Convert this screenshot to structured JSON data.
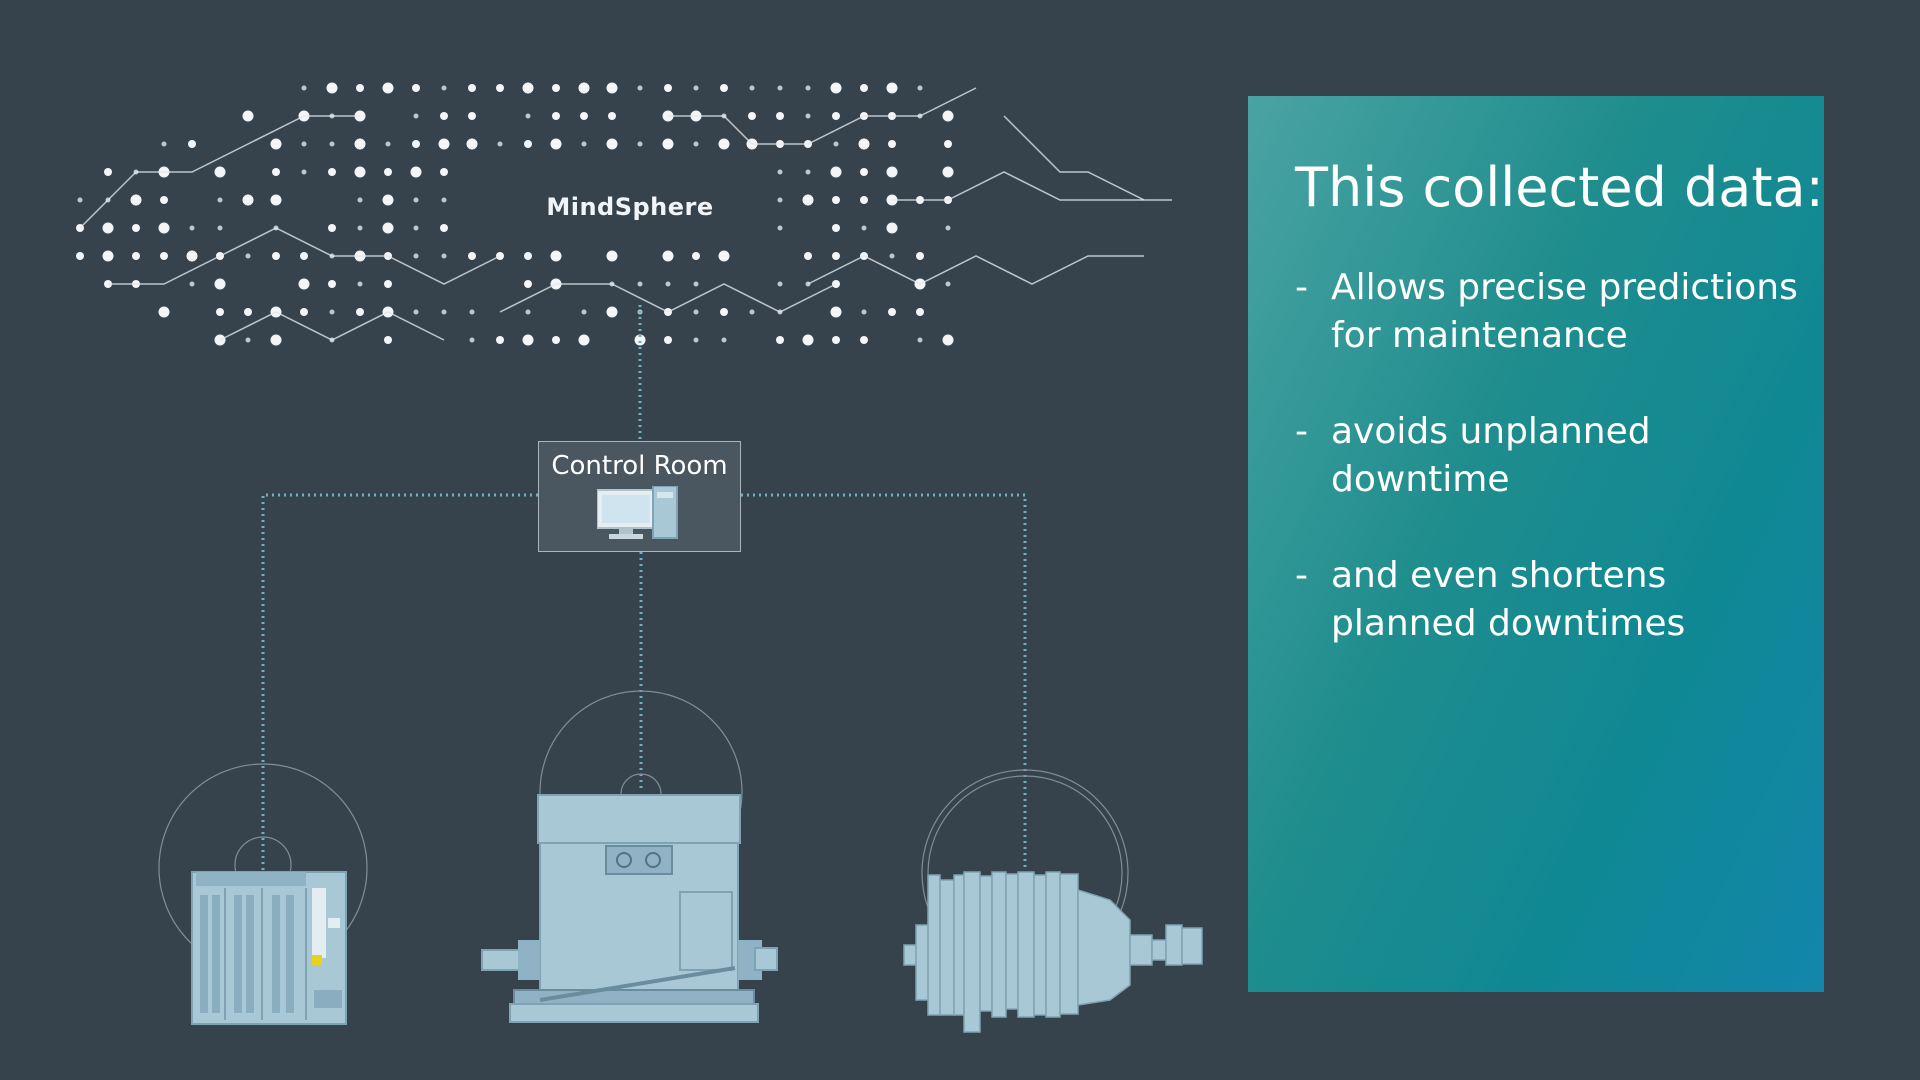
{
  "cloud": {
    "label": "MindSphere"
  },
  "control_room": {
    "label": "Control Room"
  },
  "panel": {
    "heading": "This collected data:",
    "bullets": [
      {
        "dash": "-",
        "text": "Allows precise predictions for maintenance"
      },
      {
        "dash": "-",
        "text": "avoids unplanned downtime"
      },
      {
        "dash": "-",
        "text": "and even shortens planned downtimes"
      }
    ]
  },
  "machines": [
    {
      "icon": "control-cabinet-icon"
    },
    {
      "icon": "electric-motor-icon"
    },
    {
      "icon": "generator-icon"
    }
  ],
  "colors": {
    "background": "#36434d",
    "equipment": "#a9c8d6",
    "equipment_dark": "#7fa3b4",
    "data_stream": "#6fb0c4",
    "panel_start": "#4aa3a3",
    "panel_end": "#1386ab",
    "accent_yellow": "#e8d21e"
  }
}
